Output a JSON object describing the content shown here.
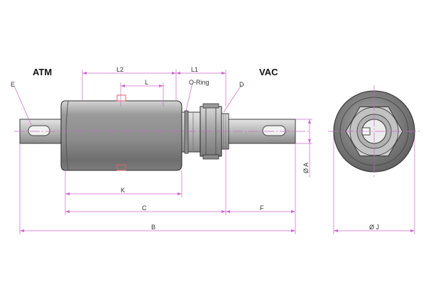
{
  "labels": {
    "atm": "ATM",
    "vac": "VAC",
    "oring": "O-Ring",
    "e": "E",
    "d": "D",
    "l2": "L2",
    "l1": "L1",
    "l": "L",
    "k": "K",
    "c": "C",
    "f": "F",
    "b": "B",
    "a": "Ø A",
    "j": "Ø J"
  },
  "colors": {
    "dimension_line": "#cc66cc",
    "centerline": "#cc66cc",
    "marker": "#e06060",
    "line": "#3a3a3a"
  }
}
